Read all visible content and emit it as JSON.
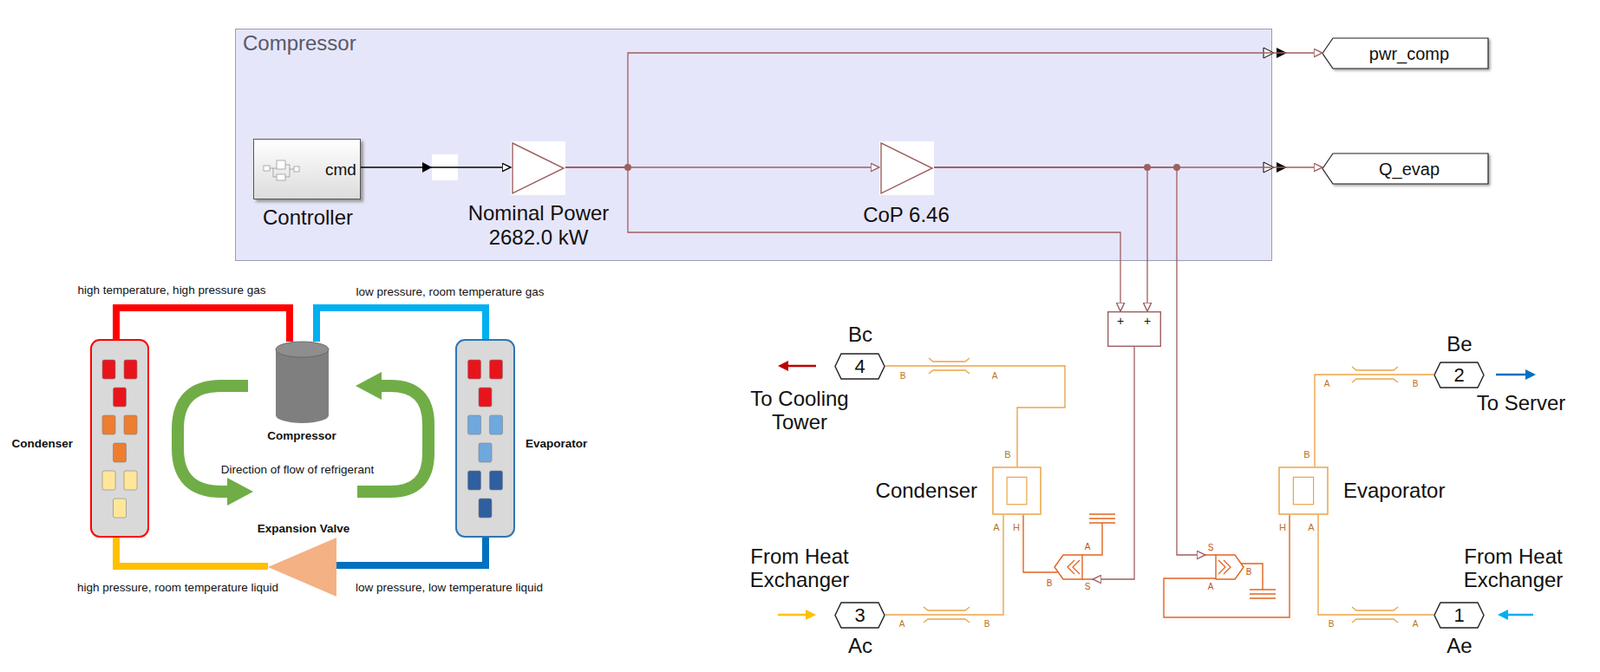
{
  "diagram": {
    "nodes": [
      {
        "text": [
          "Compressor"
        ]
      },
      {
        "text": [
          "cmd",
          "Controller"
        ],
        "in": 0
      },
      {
        "text": [
          "Nominal Power 2682.0 kW"
        ],
        "in": 0
      },
      {
        "text": [
          "CoP 6.46"
        ],
        "in": 0
      },
      {
        "text": [
          "pwr_comp"
        ]
      },
      {
        "text": [
          "Q_evap"
        ]
      },
      {
        "text": [
          "+",
          "+"
        ]
      },
      {
        "text": [
          "4",
          "Bc"
        ]
      },
      {
        "text": [
          "2",
          "Be"
        ]
      },
      {
        "text": [
          "Condenser",
          "B",
          "A",
          "H"
        ]
      },
      {
        "text": [
          "Evaporator",
          "B",
          "H",
          "A"
        ]
      },
      {
        "text": [
          "A",
          "B",
          "S"
        ]
      },
      {
        "text": [
          "S",
          "A",
          "B"
        ]
      },
      {
        "text": [
          "3",
          "Ac"
        ]
      },
      {
        "text": [
          "1",
          "Ae"
        ]
      },
      {
        "text": [
          "Condenser"
        ]
      },
      {
        "text": [
          "Compressor"
        ]
      },
      {
        "text": [
          "Evaporator"
        ]
      },
      {
        "text": [
          "Expansion Valve"
        ]
      }
    ],
    "edges": [
      {
        "from": 1,
        "to": 2,
        "arrow": "to"
      },
      {
        "from": 2,
        "to": 3,
        "arrow": "to"
      },
      {
        "from": 2,
        "to": 4,
        "arrow": "to"
      },
      {
        "from": 2,
        "to": 6,
        "arrow": "to"
      },
      {
        "from": 3,
        "to": 5,
        "arrow": "to"
      },
      {
        "from": 3,
        "to": 6,
        "arrow": "to"
      },
      {
        "from": 3,
        "to": 12,
        "arrow": "to"
      },
      {
        "from": 6,
        "to": 11,
        "arrow": "to"
      },
      {
        "from": 11,
        "to": 9,
        "arrow": "none"
      },
      {
        "from": 12,
        "to": 10,
        "arrow": "none"
      },
      {
        "from": 13,
        "to": 9,
        "arrow": "none"
      },
      {
        "from": 9,
        "to": 7,
        "arrow": "none"
      },
      {
        "from": 14,
        "to": 10,
        "arrow": "none"
      },
      {
        "from": 10,
        "to": 8,
        "arrow": "none"
      },
      {
        "from": 16,
        "to": 15,
        "label": "high temperature, high pressure gas",
        "arrow": "none"
      },
      {
        "from": 17,
        "to": 16,
        "label": "low pressure, room temperature gas",
        "arrow": "none"
      },
      {
        "from": 17,
        "to": 18,
        "label": "low pressure, low temperature liquid",
        "arrow": "none"
      },
      {
        "from": 15,
        "to": 18,
        "label": "high pressure, room temperature liquid",
        "arrow": "none"
      }
    ],
    "labels": [
      "To Cooling Tower",
      "To Server",
      "From Heat Exchanger",
      "From Heat Exchanger",
      "Direction of flow of refrigerant",
      "B",
      "A",
      "A",
      "B",
      "A",
      "B",
      "B",
      "A"
    ]
  }
}
